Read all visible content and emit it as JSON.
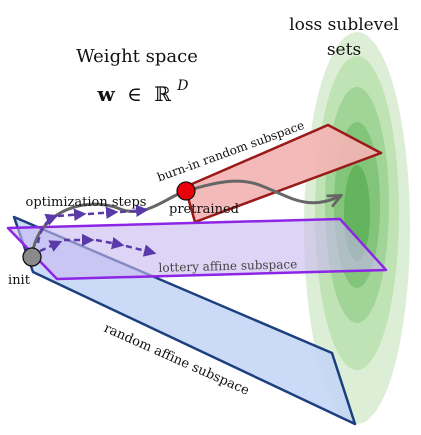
{
  "title": {
    "line1": "Weight space",
    "formula_bold": "w",
    "formula_in": "∈",
    "formula_set": "ℝ",
    "formula_sup": "D"
  },
  "loss": {
    "line1": "loss sublevel",
    "line2": "sets"
  },
  "labels": {
    "burn_in": "burn-in random subspace",
    "optimization": "optimization steps",
    "pretrained": "pretrained",
    "init": "init",
    "lottery": "lottery affine subspace",
    "random_affine": "random affine subspace"
  },
  "colors": {
    "ellipse_rings": [
      "#dcefd6",
      "#bfe3b4",
      "#a1d597",
      "#82c479",
      "#63b45d"
    ],
    "red_fill": "#f3b4b4",
    "red_stroke": "#9a1a1a",
    "purple_fill": "#c9b9f1",
    "purple_stroke": "#8d25e6",
    "blue_fill": "#c3d5f6",
    "blue_stroke": "#1c3f7f",
    "path_gray": "#666666",
    "arrow_purple": "#5a3aa8",
    "init_dot": "#8a8a8a",
    "pretrained_dot": "#e8000b"
  }
}
